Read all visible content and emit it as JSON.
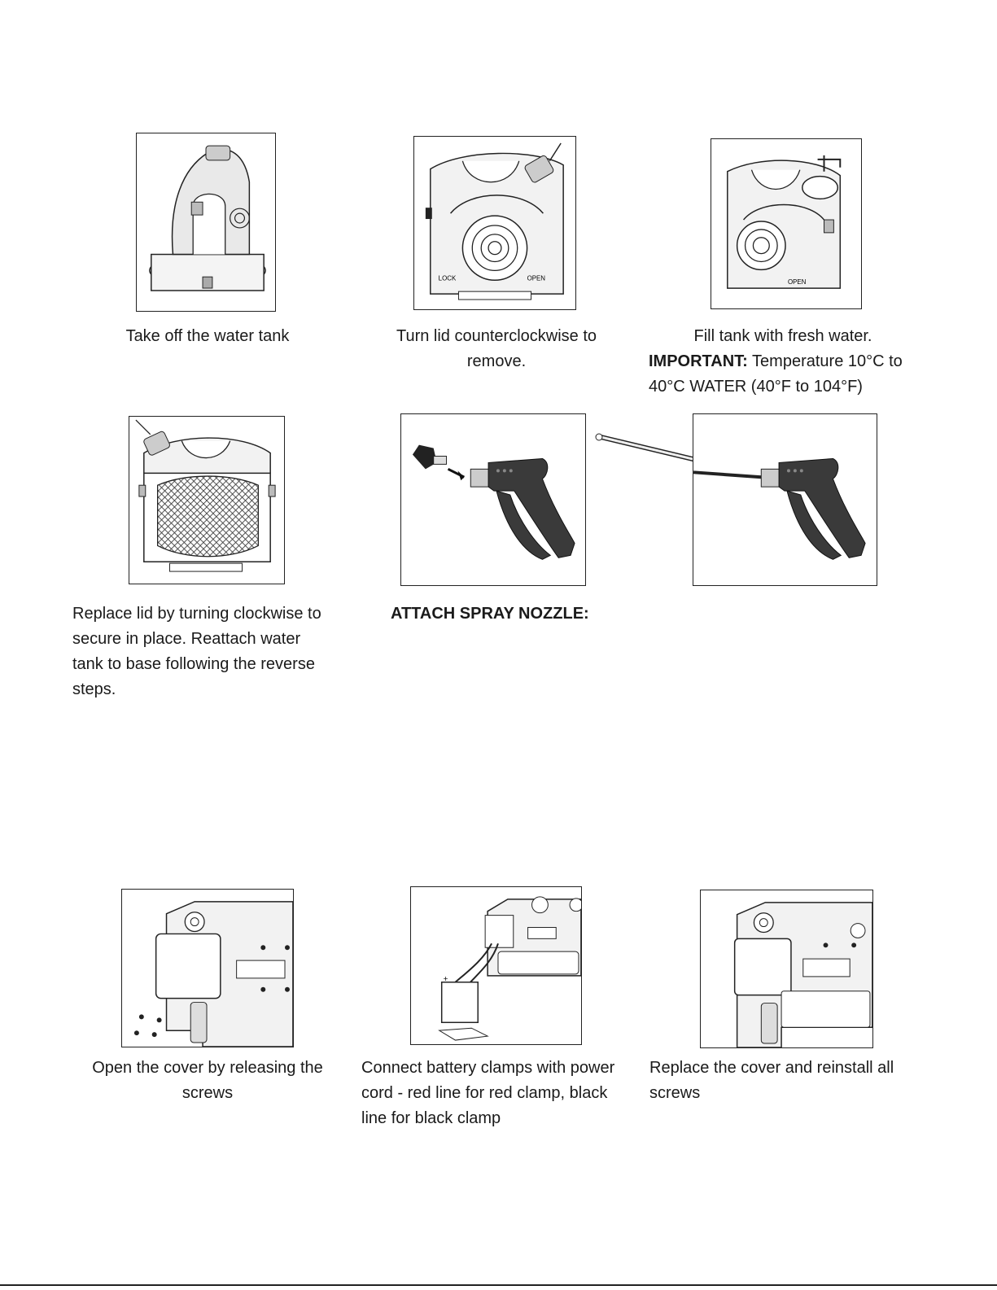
{
  "row1": {
    "c1": "Take off the water tank",
    "c2a": "Turn lid counterclockwise to",
    "c2b": "remove.",
    "c3a": "Fill tank with fresh water.",
    "c3_important": "IMPORTANT:",
    "c3_temp": " Temperature 10°C to",
    "c3c": "40°C WATER (40°F to 104°F)"
  },
  "row2": {
    "c1a": "Replace lid by turning clockwise to",
    "c1b": "secure in place. Reattach water",
    "c1c": "tank to base following the reverse",
    "c1d": "steps.",
    "c2": "ATTACH SPRAY NOZZLE:"
  },
  "row3": {
    "c1a": "Open the cover by releasing the",
    "c1b": "screws",
    "c2a": "Connect battery clamps with power",
    "c2b": "cord - red line for red clamp, black",
    "c2c": "line for black clamp",
    "c3a": "Replace the cover and reinstall all",
    "c3b": "screws"
  },
  "labels": {
    "lock": "LOCK",
    "open": "OPEN"
  }
}
